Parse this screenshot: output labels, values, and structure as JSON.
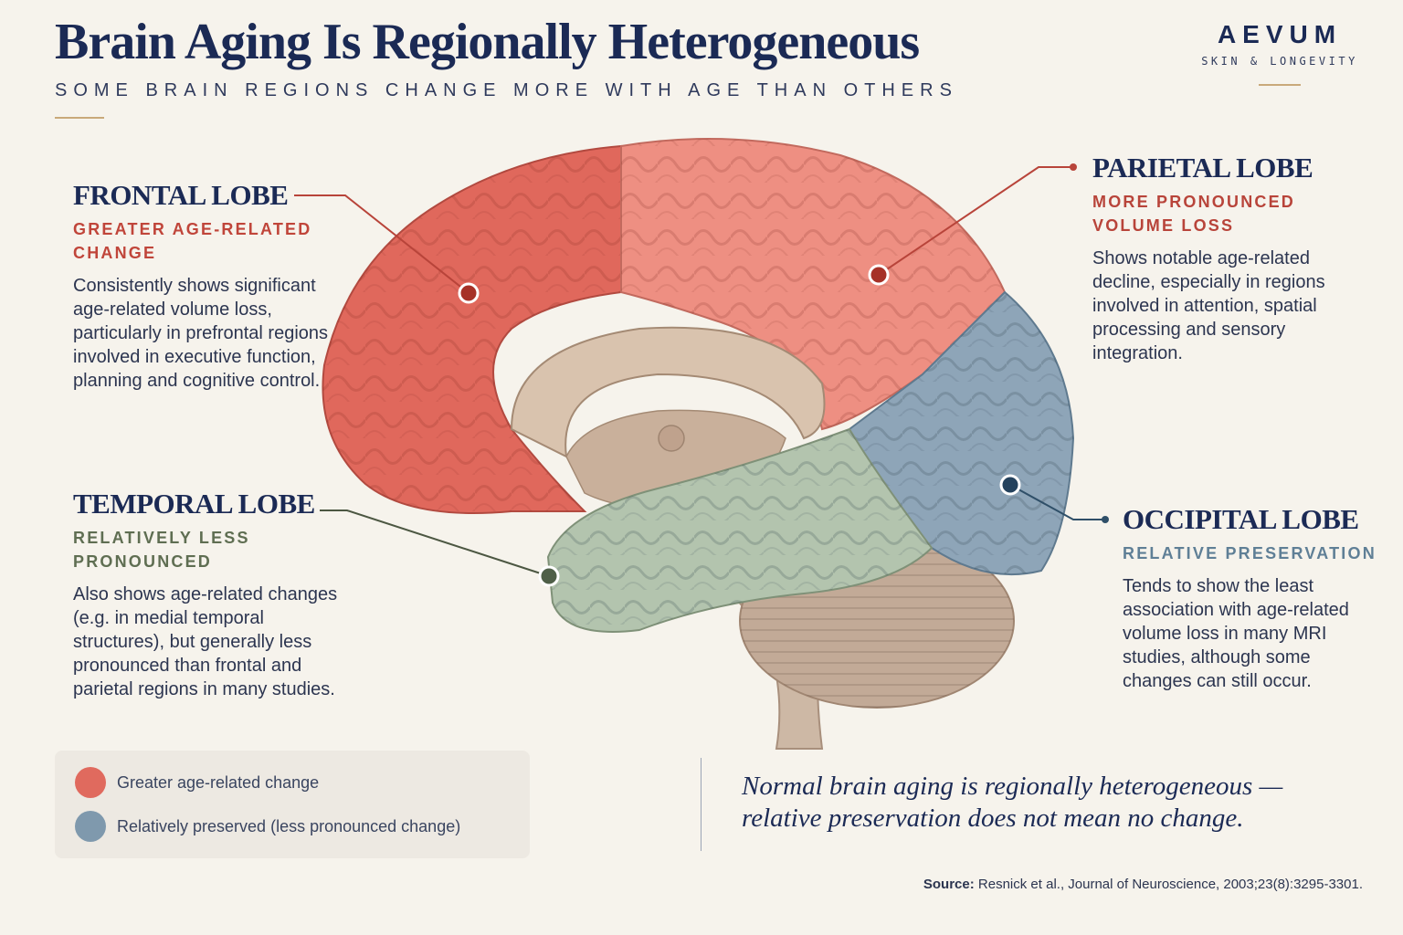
{
  "header": {
    "title": "Brain Aging Is Regionally Heterogeneous",
    "subtitle": "SOME BRAIN REGIONS CHANGE MORE WITH AGE THAN OTHERS"
  },
  "brand": {
    "name": "AEVUM",
    "tagline": "SKIN & LONGEVITY"
  },
  "lobes": {
    "frontal": {
      "name": "FRONTAL LOBE",
      "status": "GREATER AGE-RELATED CHANGE",
      "description": "Consistently shows significant age-related volume loss, particularly in prefrontal regions involved in executive function, planning and cognitive control.",
      "color": "#e0685c"
    },
    "parietal": {
      "name": "PARIETAL LOBE",
      "status": "MORE PRONOUNCED VOLUME LOSS",
      "description": "Shows notable age-related decline, especially in regions involved in attention, spatial processing and sensory integration.",
      "color": "#ee8f82"
    },
    "temporal": {
      "name": "TEMPORAL LOBE",
      "status": "RELATIVELY LESS PRONOUNCED",
      "description": "Also shows age-related changes (e.g. in medial temporal structures), but generally less pronounced than frontal and parietal regions in many studies.",
      "color": "#b3c4ae"
    },
    "occipital": {
      "name": "OCCIPITAL LOBE",
      "status": "RELATIVE PRESERVATION",
      "description": "Tends to show the least association with age-related volume loss in many MRI studies, although some changes can still occur.",
      "color": "#8ea5b8"
    }
  },
  "legend": {
    "items": [
      {
        "label": "Greater age-related change",
        "color": "#e06a5e"
      },
      {
        "label": "Relatively preserved (less pronounced change)",
        "color": "#7f99ad"
      }
    ]
  },
  "quote": {
    "text": "Normal brain aging is regionally heterogeneous — relative preservation does not mean no change."
  },
  "source": {
    "label": "Source:",
    "text": "Resnick et al., Journal of Neuroscience, 2003;23(8):3295-3301."
  }
}
